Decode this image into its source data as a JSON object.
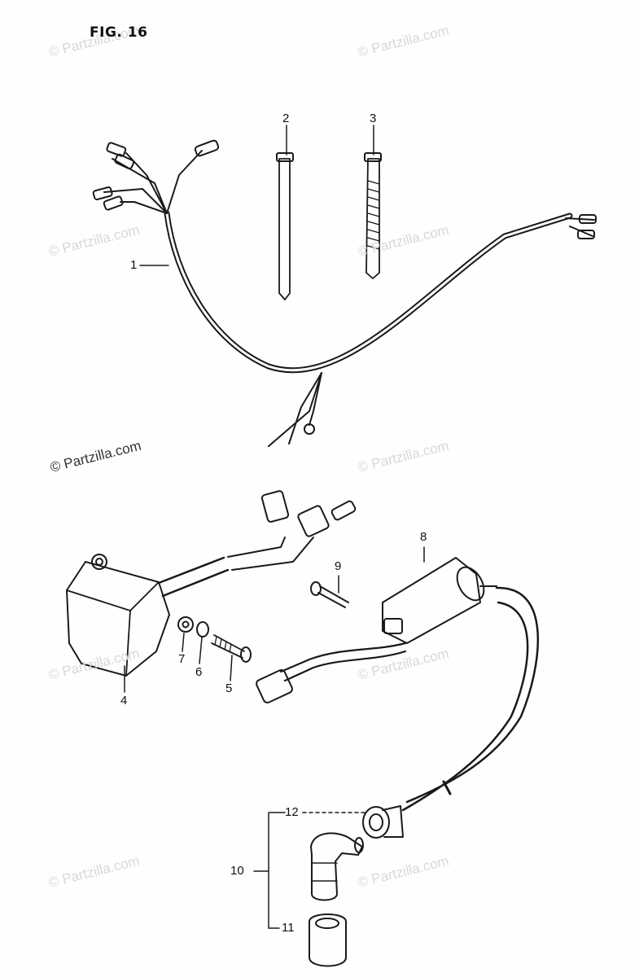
{
  "figure": {
    "title": "FIG. 16"
  },
  "callouts": [
    "1",
    "2",
    "3",
    "4",
    "5",
    "6",
    "7",
    "8",
    "9",
    "10",
    "11",
    "12"
  ],
  "watermark": "© Partzilla.com",
  "colors": {
    "ink": "#1a1a1a",
    "watermark": "#d8d8d8",
    "paper": "#fefefe"
  }
}
